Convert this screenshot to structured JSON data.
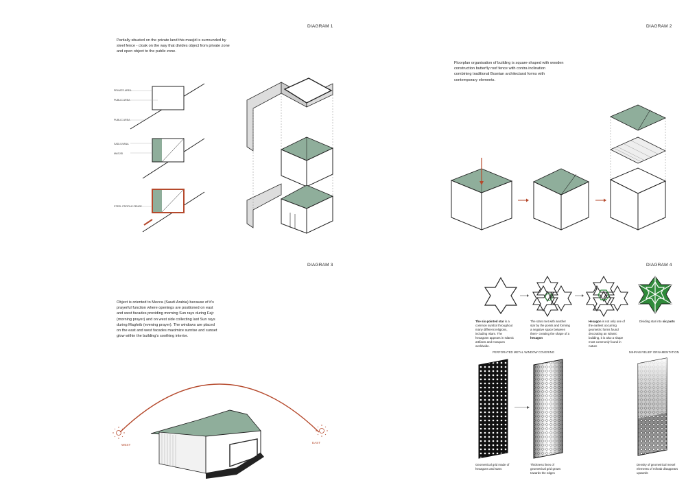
{
  "diagram1": {
    "title": "DIAGRAM 1",
    "text": "Partially situated on the private land this masjid is surrounded by steel fence - cloak on the way that divides object from private zone and open object to the public zone.",
    "labels": [
      "PRIVATE AREA",
      "PUBLIC AREA",
      "PUBLIC AREA",
      "SADLUVANA",
      "MASJID",
      "STEEL PROFILE FENCE"
    ]
  },
  "diagram2": {
    "title": "DIAGRAM 2",
    "text": "Floorplan organisation of building is square-shaped with wooden construction butterfly roof fence with contra inclination combining traditional Bosnian architectural forms with contemporary elements."
  },
  "diagram3": {
    "title": "DIAGRAM 3",
    "text": "Object is oriented to Mecca (Saudi Arabia) because of it's prayerful function where openings are positioned on east and west facades providing morning Sun rays during Fajr (morning prayer) and on west side collecting last Sun rays during Maghrib (evening prayer). The windows are placed on the east and west facades maximize sunrise and sunset glow within the building's soothing interior.",
    "west": "WEST",
    "east": "EAST"
  },
  "diagram4": {
    "title": "DIAGRAM 4",
    "cap1_bold": "The six-pointed star",
    "cap1_rest": " is a common symbol throughout many different religions, including Islam. The hexagram appears in Islamic artifacts and mosques worldwide.",
    "cap2_pre": "The stars met with another star by the points and forming a negative space between them- creating the shape of a ",
    "cap2_bold": "hexagon",
    "cap3_bold": "Hexagon",
    "cap3_rest": " is not only one of the earliest occurring geometric forms found decorating an Islamic building, it is also a shape most commonly found in nature",
    "cap4_pre": "Dividing star into ",
    "cap4_bold": "six parts",
    "heading_left": "PERFORATED METAL WINDOW COVERING",
    "heading_right": "MIHRAB RELIEF ORNAMENTATION",
    "bottom1": "Geometrical grid made of hexagons and stars",
    "bottom2": "Thickness lines of geometrical grid grows towards the edges",
    "bottom3": "Density of geometrical mesel elements of mihrab disappears upwards"
  },
  "colors": {
    "roof": "#8fae9b",
    "accent": "#b5492c",
    "line": "#222222"
  }
}
